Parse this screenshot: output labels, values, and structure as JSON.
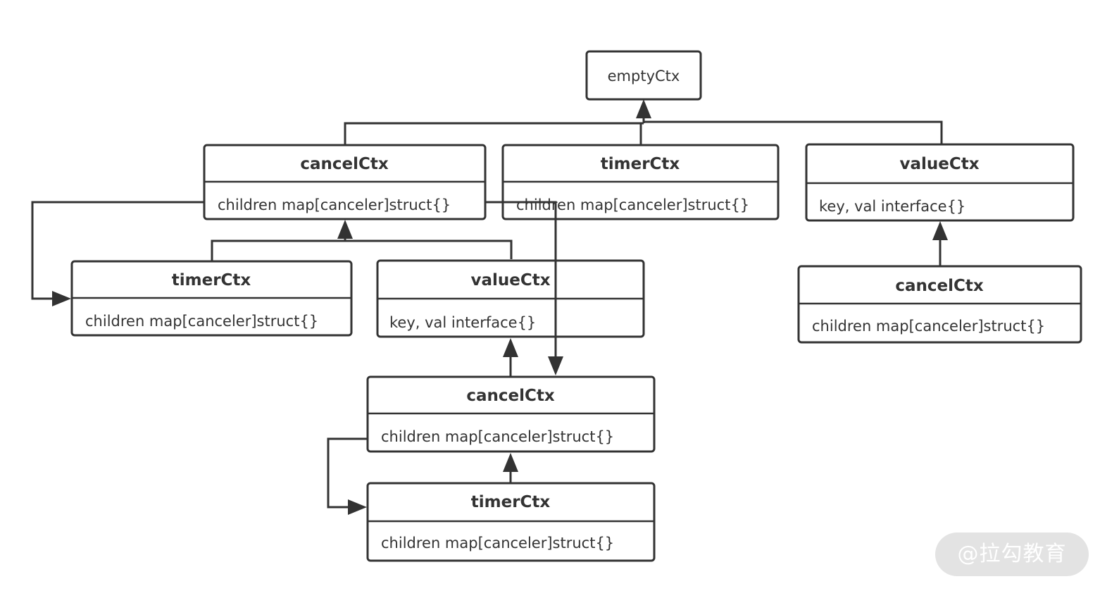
{
  "nodes": {
    "root": {
      "title": "emptyCtx"
    },
    "cancel_a": {
      "title": "cancelCtx",
      "field": "children map[canceler]struct{}"
    },
    "timer_a": {
      "title": "timerCtx",
      "field": "children map[canceler]struct{}"
    },
    "value_a": {
      "title": "valueCtx",
      "field": "key, val interface{}"
    },
    "timer_b": {
      "title": "timerCtx",
      "field": "children map[canceler]struct{}"
    },
    "value_b": {
      "title": "valueCtx",
      "field": "key, val interface{}"
    },
    "cancel_b": {
      "title": "cancelCtx",
      "field": "children map[canceler]struct{}"
    },
    "cancel_c": {
      "title": "cancelCtx",
      "field": "children map[canceler]struct{}"
    },
    "timer_c": {
      "title": "timerCtx",
      "field": "children map[canceler]struct{}"
    }
  },
  "watermark": "@拉勾教育"
}
